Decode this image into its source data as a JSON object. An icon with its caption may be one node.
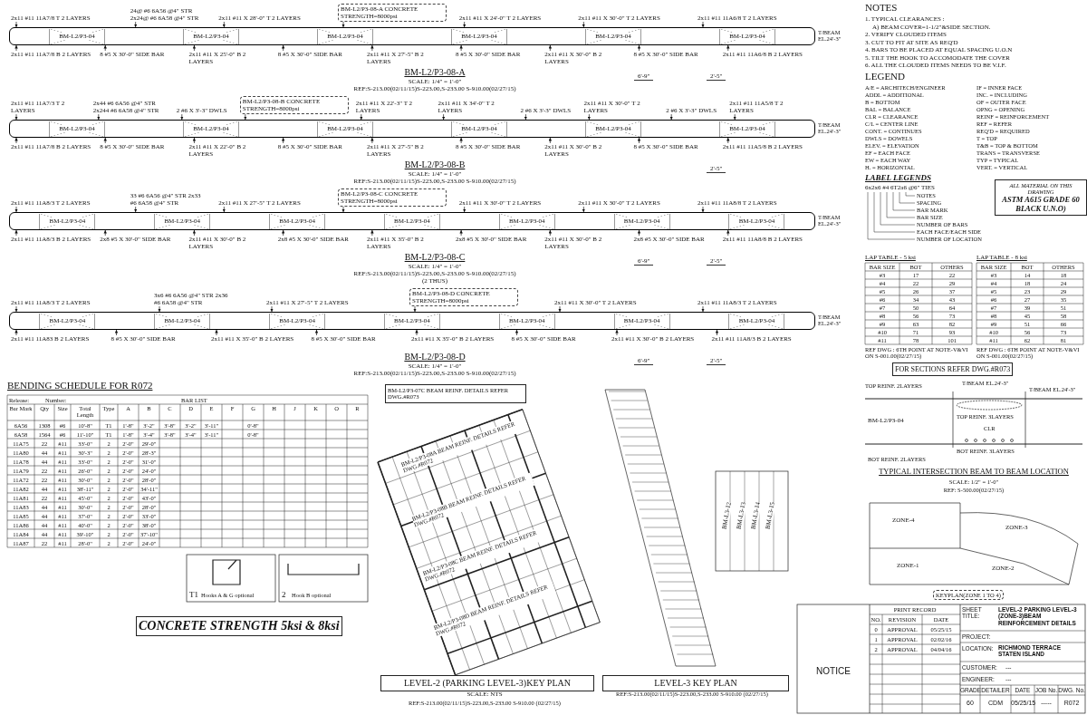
{
  "diagram": {
    "nodes": [
      {
        "text": [
          "BM-L2/P3-04",
          "BM-L2/P3-04",
          "BM-L2/P3-04",
          "BM-L2/P3-04",
          "BM-L2/P3-04",
          "BM-L2/P3-04"
        ],
        "beside": [
          "BM-L2/P3-08-A",
          "SCALE: 1/4\" = 1'-0\"",
          "REF:S-213.00(02/11/15)S-223.00,S-233.00 S-910.00(02/27/15)"
        ]
      },
      {
        "text": [
          "2x11 #11 11A7/8 T 2 LAYERS"
        ]
      },
      {
        "text": [
          "2x11 #11 X 28'-0\" T 2 LAYERS"
        ]
      },
      {
        "text": [
          "BM-L2/P3-08-A CONCRETE STRENGTH=8000psi"
        ]
      },
      {
        "text": [
          "2x11 #11 X 24'-0\" T 2 LAYERS"
        ]
      },
      {
        "text": [
          "2x11 #11 X 30'-0\" T 2 LAYERS"
        ]
      },
      {
        "text": [
          "2x11 #11 11A6/8 T 2 LAYERS"
        ]
      },
      {
        "text": [
          "24@ #6 6A56 @4\" STR 2x24@ #6 6A58 @4\" STR"
        ]
      },
      {
        "text": [
          "2x11 #11 11A7/8 B 2 LAYERS"
        ]
      },
      {
        "text": [
          "8 #5 X 30'-0\" SIDE BAR"
        ]
      },
      {
        "text": [
          "2x11 #11 X 25'-0\" B 2 LAYERS"
        ]
      },
      {
        "text": [
          "8 #5 X 30'-0\" SIDE BAR"
        ]
      },
      {
        "text": [
          "2x11 #11 X 27'-5\" B 2 LAYERS"
        ]
      },
      {
        "text": [
          "8 #5 X 30'-0\" SIDE BAR"
        ]
      },
      {
        "text": [
          "2x11 #11 X 30'-0\" B 2 LAYERS"
        ]
      },
      {
        "text": [
          "8 #5 X 30'-0\" SIDE BAR"
        ]
      },
      {
        "text": [
          "2x11 #11 11A6/8 B 2 LAYERS"
        ]
      },
      {
        "text": [
          "BM-L2/P3-04",
          "BM-L2/P3-04",
          "BM-L2/P3-04",
          "BM-L2/P3-04",
          "BM-L2/P3-04",
          "BM-L2/P3-04"
        ],
        "beside": [
          "BM-L2/P3-08-B",
          "SCALE: 1/4\" = 1'-0\"",
          "REF:S-213.00(02/11/15)S-223.00,S-233.00 S-910.00(02/27/15)"
        ]
      },
      {
        "text": [
          "2x11 #11 11A7/3 T 2 LAYERS"
        ]
      },
      {
        "text": [
          "2 #6 X 3'-3\" DWLS"
        ]
      },
      {
        "text": [
          "BM-L2/P3-08-B CONCRETE STRENGTH=8000psi"
        ]
      },
      {
        "text": [
          "2x11 #11 X 22'-3\" T 2 LAYERS"
        ]
      },
      {
        "text": [
          "2x11 #11 X 34'-0\" T 2 LAYERS"
        ]
      },
      {
        "text": [
          "2 #6 X 3'-3\" DWLS"
        ]
      },
      {
        "text": [
          "2x11 #11 X 30'-0\" T 2 LAYERS"
        ]
      },
      {
        "text": [
          "2 #6 X 3'-3\" DWLS"
        ]
      },
      {
        "text": [
          "2x11 #11 11A5/8 T 2 LAYERS"
        ]
      },
      {
        "text": [
          "2x44 #6 6A56 @4\" STR 2x244 #6 6A58 @4\" STR"
        ]
      },
      {
        "text": [
          "2x11 #11 11A7/8 B 2 LAYERS"
        ]
      },
      {
        "text": [
          "8 #5 X 30'-0\" SIDE BAR"
        ]
      },
      {
        "text": [
          "2x11 #11 X 22'-0\" B 2 LAYERS"
        ]
      },
      {
        "text": [
          "8 #5 X 30'-0\" SIDE BAR"
        ]
      },
      {
        "text": [
          "2x11 #11 X 27'-5\" B 2 LAYERS"
        ]
      },
      {
        "text": [
          "8 #5 X 30'-0\" SIDE BAR"
        ]
      },
      {
        "text": [
          "2x11 #11 X 30'-0\" B 2 LAYERS"
        ]
      },
      {
        "text": [
          "8 #5 X 30'-0\" SIDE BAR"
        ]
      },
      {
        "text": [
          "2x11 #11 11A5/8 B 2 LAYERS"
        ]
      },
      {
        "text": [
          "BM-L2/P3-04",
          "BM-L2/P3-04",
          "BM-L2/P3-04",
          "BM-L2/P3-04",
          "BM-L2/P3-04",
          "BM-L2/P3-04",
          "BM-L2/P3-04"
        ],
        "beside": [
          "BM-L2/P3-08-C",
          "SCALE: 1/4\" = 1'-0\"",
          "REF:S-213.00(02/11/15)S-223.00,S-233.00 S-910.00(02/27/15)",
          "(2 THUS)"
        ]
      },
      {
        "text": [
          "2x11 #11 11A8/3 T 2 LAYERS"
        ]
      },
      {
        "text": [
          "2x11 #11 X 27'-5\" T 2 LAYERS"
        ]
      },
      {
        "text": [
          "BM-L2/P3-08-C CONCRETE STRENGTH=8000psi"
        ]
      },
      {
        "text": [
          "2x11 #11 X 30'-0\" T 2 LAYERS"
        ]
      },
      {
        "text": [
          "2x11 #11 X 30'-0\" T 2 LAYERS"
        ]
      },
      {
        "text": [
          "2x11 #11 11A8/8 T 2 LAYERS"
        ]
      },
      {
        "text": [
          "33 #6 6A56 @4\" STR 2x33 #6 6A58 @4\" STR"
        ]
      },
      {
        "text": [
          "2x11 #11 11A8/3 B 2 LAYERS"
        ]
      },
      {
        "text": [
          "2x8 #5 X 30'-0\" SIDE BAR"
        ]
      },
      {
        "text": [
          "2x11 #11 X 30'-0\" B 2 LAYERS"
        ]
      },
      {
        "text": [
          "2x8 #5 X 30'-0\" SIDE BAR"
        ]
      },
      {
        "text": [
          "2x11 #11 X 35'-0\" B 2 LAYERS"
        ]
      },
      {
        "text": [
          "2x8 #5 X 30'-0\" SIDE BAR"
        ]
      },
      {
        "text": [
          "2x11 #11 X 30'-0\" B 2 LAYERS"
        ]
      },
      {
        "text": [
          "2x8 #5 X 30'-0\" SIDE BAR"
        ]
      },
      {
        "text": [
          "2x11 #11 11A8/8 B 2 LAYERS"
        ]
      },
      {
        "text": [
          "BM-L2/P3-04",
          "BM-L2/P3-04",
          "BM-L2/P3-04",
          "BM-L2/P3-04",
          "BM-L2/P3-04",
          "BM-L2/P3-04",
          "BM-L2/P3-04"
        ],
        "beside": [
          "BM-L2/P3-08-D",
          "SCALE: 1/4\" = 1'-0\"",
          "REF:S-213.00(02/11/15)S-223.00,S-233.00 S-910.00(02/27/15)"
        ]
      },
      {
        "text": [
          "2x11 #11 11A8/3 T 2 LAYERS"
        ]
      },
      {
        "text": [
          "2x11 #11 X 27'-5\" T 2 LAYERS"
        ]
      },
      {
        "text": [
          "BM-L2/P3-08-D CONCRETE STRENGTH=8000psi"
        ]
      },
      {
        "text": [
          "2x11 #11 X 30'-0\" T 2 LAYERS"
        ]
      },
      {
        "text": [
          "2x11 #11 11A8/3 T 2 LAYERS"
        ]
      },
      {
        "text": [
          "3x6 #6 6A56 @4\" STR 2x36 #6 6A58 @4\" STR"
        ]
      },
      {
        "text": [
          "2x11 #11 11A83 B 2 LAYERS"
        ]
      },
      {
        "text": [
          "8 #5 X 30'-0\" SIDE BAR"
        ]
      },
      {
        "text": [
          "2x11 #11 X 35'-0\" B 2 LAYERS"
        ]
      },
      {
        "text": [
          "8 #5 X 30'-0\" SIDE BAR"
        ]
      },
      {
        "text": [
          "2x11 #11 X 35'-0\" B 2 LAYERS"
        ]
      },
      {
        "text": [
          "8 #5 X 30'-0\" SIDE BAR"
        ]
      },
      {
        "text": [
          "2x11 #11 X 30'-0\" B 2 LAYERS"
        ]
      },
      {
        "text": [
          "2x11 #11 11A8/3 B 2 LAYERS"
        ]
      },
      {
        "text": [
          "ALL MATERIAL ON THIS DRAWING",
          "ASTM A615 GRADE 60 BLACK U.N.O)"
        ]
      },
      {
        "text": [
          "FOR SECTIONS REFER DWG.#R073"
        ]
      }
    ],
    "edges": [
      {
        "from": 1,
        "to": 0,
        "arrow": "to"
      },
      {
        "from": 2,
        "to": 0,
        "arrow": "to"
      },
      {
        "from": 3,
        "to": 0,
        "arrow": "to"
      },
      {
        "from": 4,
        "to": 0,
        "arrow": "to"
      },
      {
        "from": 5,
        "to": 0,
        "arrow": "to"
      },
      {
        "from": 6,
        "to": 0,
        "arrow": "to"
      },
      {
        "from": 7,
        "to": 0,
        "arrow": "to"
      },
      {
        "from": 8,
        "to": 0,
        "arrow": "to"
      },
      {
        "from": 9,
        "to": 0,
        "arrow": "to"
      },
      {
        "from": 10,
        "to": 0,
        "arrow": "to"
      },
      {
        "from": 11,
        "to": 0,
        "arrow": "to"
      },
      {
        "from": 12,
        "to": 0,
        "arrow": "to"
      },
      {
        "from": 13,
        "to": 0,
        "arrow": "to"
      },
      {
        "from": 14,
        "to": 0,
        "arrow": "to"
      },
      {
        "from": 15,
        "to": 0,
        "arrow": "to"
      },
      {
        "from": 16,
        "to": 0,
        "arrow": "to"
      },
      {
        "from": 18,
        "to": 17,
        "arrow": "to"
      },
      {
        "from": 19,
        "to": 17,
        "arrow": "to"
      },
      {
        "from": 20,
        "to": 17,
        "arrow": "to"
      },
      {
        "from": 21,
        "to": 17,
        "arrow": "to"
      },
      {
        "from": 22,
        "to": 17,
        "arrow": "to"
      },
      {
        "from": 23,
        "to": 17,
        "arrow": "to"
      },
      {
        "from": 24,
        "to": 17,
        "arrow": "to"
      },
      {
        "from": 25,
        "to": 17,
        "arrow": "to"
      },
      {
        "from": 26,
        "to": 17,
        "arrow": "to"
      },
      {
        "from": 27,
        "to": 17,
        "arrow": "to"
      },
      {
        "from": 28,
        "to": 17,
        "arrow": "to"
      },
      {
        "from": 29,
        "to": 17,
        "arrow": "to"
      },
      {
        "from": 30,
        "to": 17,
        "arrow": "to"
      },
      {
        "from": 31,
        "to": 17,
        "arrow": "to"
      },
      {
        "from": 32,
        "to": 17,
        "arrow": "to"
      },
      {
        "from": 33,
        "to": 17,
        "arrow": "to"
      },
      {
        "from": 34,
        "to": 17,
        "arrow": "to"
      },
      {
        "from": 35,
        "to": 17,
        "arrow": "to"
      },
      {
        "from": 36,
        "to": 17,
        "arrow": "to"
      },
      {
        "from": 38,
        "to": 37,
        "arrow": "to"
      },
      {
        "from": 39,
        "to": 37,
        "arrow": "to"
      },
      {
        "from": 40,
        "to": 37,
        "arrow": "to"
      },
      {
        "from": 41,
        "to": 37,
        "arrow": "to"
      },
      {
        "from": 42,
        "to": 37,
        "arrow": "to"
      },
      {
        "from": 43,
        "to": 37,
        "arrow": "to"
      },
      {
        "from": 44,
        "to": 37,
        "arrow": "to"
      },
      {
        "from": 45,
        "to": 37,
        "arrow": "to"
      },
      {
        "from": 46,
        "to": 37,
        "arrow": "to"
      },
      {
        "from": 47,
        "to": 37,
        "arrow": "to"
      },
      {
        "from": 48,
        "to": 37,
        "arrow": "to"
      },
      {
        "from": 49,
        "to": 37,
        "arrow": "to"
      },
      {
        "from": 50,
        "to": 37,
        "arrow": "to"
      },
      {
        "from": 51,
        "to": 37,
        "arrow": "to"
      },
      {
        "from": 52,
        "to": 37,
        "arrow": "to"
      },
      {
        "from": 53,
        "to": 37,
        "arrow": "to"
      },
      {
        "from": 55,
        "to": 54,
        "arrow": "to"
      },
      {
        "from": 56,
        "to": 54,
        "arrow": "to"
      },
      {
        "from": 57,
        "to": 54,
        "arrow": "to"
      },
      {
        "from": 58,
        "to": 54,
        "arrow": "to"
      },
      {
        "from": 59,
        "to": 54,
        "arrow": "to"
      },
      {
        "from": 60,
        "to": 54,
        "arrow": "to"
      },
      {
        "from": 61,
        "to": 54,
        "arrow": "to"
      },
      {
        "from": 62,
        "to": 54,
        "arrow": "to"
      },
      {
        "from": 63,
        "to": 54,
        "arrow": "to"
      },
      {
        "from": 64,
        "to": 54,
        "arrow": "to"
      },
      {
        "from": 65,
        "to": 54,
        "arrow": "to"
      },
      {
        "from": 66,
        "to": 54,
        "arrow": "to"
      },
      {
        "from": 67,
        "to": 54,
        "arrow": "to"
      },
      {
        "from": 68,
        "to": 54,
        "arrow": "to"
      }
    ],
    "labels": [
      "T/BEAM EL.24'-3\"",
      "T/BEAM EL.24'-3\"",
      "T/BEAM EL.24'-3\"",
      "T/BEAM EL.24'-3\"",
      "6'-9\"",
      "2'-5\"",
      "2'-5\"",
      "6'-9\"",
      "2'-5\"",
      "6'-9\"",
      "2'-5\"",
      "NOTES",
      "1. TYPICAL CLEARANCES :",
      "A) BEAM COVER=1-1/2\"&SIDE SECTION.",
      "2. VERIFY CLOUDED ITEMS",
      "3. CUT TO FIT AT SITE AS REQ'D",
      "4. BARS TO BE PLACED AT EQUAL SPACING U.O.N",
      "5. TILT THE HOOK TO ACCOMODATE THE COVER",
      "6. ALL THE CLOUDED ITEMS NEEDS TO BE V.I.F.",
      "LEGEND",
      "A/E = ARCHITECH/ENGINEER",
      "ADDL = ADDITIONAL",
      "B = BOTTOM",
      "BAL = BALANCE",
      "CLR = CLEARANCE",
      "C/L = CENTER LINE",
      "CONT. = CONTINUES",
      "DWLS = DOWELS",
      "ELEV. = ELEVATION",
      "EF = EACH FACE",
      "EW = EACH WAY",
      "H. = HORIZONTAL",
      "IF = INNER FACE",
      "INC. = INCLUDING",
      "OF = OUTER FACE",
      "OPNG = OPENING",
      "REINF = REINFORCEMENT",
      "REF = REFER",
      "REQ'D = REQUIRED",
      "T = TOP",
      "T&B = TOP & BOTTOM",
      "TRANS = TRANSVERSE",
      "TYP = TYPICAL",
      "VERT. = VERTICAL",
      "LABEL LEGENDS",
      "6x2x6 #4 6T2a6 @6\" TIES",
      "NOTES",
      "SPACING",
      "BAR MARK",
      "BAR SIZE",
      "NUMBER OF BARS",
      "EACH FACE/EACH SIDE",
      "NUMBER OF LOCATION",
      "LAP TABLE - 5 ksi",
      "BAR SIZE",
      "BOT",
      "OTHERS",
      "#3",
      "17",
      "22",
      "#4",
      "22",
      "29",
      "#5",
      "26",
      "37",
      "#6",
      "34",
      "43",
      "#7",
      "50",
      "64",
      "#8",
      "56",
      "73",
      "#9",
      "63",
      "82",
      "#10",
      "71",
      "93",
      "#11",
      "78",
      "101",
      "REF DWG : 6TH POINT AT NOTE-V&VI ON S-001.00(02/27/15)",
      "LAP TABLE - 8 ksi",
      "BAR SIZE",
      "BOT",
      "OTHERS",
      "#3",
      "14",
      "18",
      "#4",
      "18",
      "24",
      "#5",
      "23",
      "29",
      "#6",
      "27",
      "35",
      "#7",
      "39",
      "51",
      "#8",
      "45",
      "58",
      "#9",
      "51",
      "66",
      "#10",
      "56",
      "73",
      "#11",
      "62",
      "81",
      "REF DWG : 6TH POINT AT NOTE-V&VI ON S-001.00(02/27/15)",
      "CONCRETE STRENGTH 5ksi & 8ksi",
      "TOP REINF. 2LAYERS",
      "T/BEAM EL.24'-3\"",
      "T/BEAM EL.24'-3\"",
      "BM-L2/P3-04",
      "TOP REINF. 3LAYERS",
      "CLR",
      "BOT REINF. 3LAYERS",
      "BOT REINF. 2LAYERS",
      "TYPICAL INTERSECTION BEAM TO BEAM LOCATION",
      "SCALE: 1/2\" = 1'-0\"",
      "REF: S-500.00(02/27/15)",
      "BENDING SCHEDULE FOR R072",
      "Release:",
      "Number:",
      "BAR LIST",
      "Bar Mark",
      "Qty",
      "Size",
      "Total Length",
      "Type",
      "A",
      "B",
      "C",
      "D",
      "E",
      "F",
      "G",
      "H",
      "J",
      "K",
      "O",
      "R",
      "6A56",
      "1308",
      "#6",
      "10'-8\"",
      "T1",
      "1'-8\"",
      "3'-2\"",
      "3'-8\"",
      "3'-2\"",
      "3'-11\"",
      "0'-8\"",
      "6A58",
      "1564",
      "#6",
      "11'-10\"",
      "T1",
      "1'-8\"",
      "3'-4\"",
      "3'-8\"",
      "3'-4\"",
      "3'-11\"",
      "0'-8\"",
      "11A75",
      "22",
      "#11",
      "33'-0\"",
      "2",
      "2'-0\"",
      "29'-0\"",
      "11A80",
      "44",
      "#11",
      "30'-3\"",
      "2",
      "2'-0\"",
      "28'-3\"",
      "11A78",
      "44",
      "#11",
      "33'-0\"",
      "2",
      "2'-0\"",
      "31'-0\"",
      "11A79",
      "22",
      "#11",
      "26'-0\"",
      "2",
      "2'-0\"",
      "24'-0\"",
      "11A72",
      "22",
      "#11",
      "30'-0\"",
      "2",
      "2'-0\"",
      "28'-0\"",
      "11A82",
      "44",
      "#11",
      "38'-11\"",
      "2",
      "2'-0\"",
      "34'-11\"",
      "11A81",
      "22",
      "#11",
      "45'-0\"",
      "2",
      "2'-0\"",
      "43'-0\"",
      "11A83",
      "44",
      "#11",
      "30'-0\"",
      "2",
      "2'-0\"",
      "28'-0\"",
      "11A85",
      "44",
      "#11",
      "37'-0\"",
      "2",
      "2'-0\"",
      "33'-0\"",
      "11A86",
      "44",
      "#11",
      "40'-0\"",
      "2",
      "2'-0\"",
      "38'-0\"",
      "11A84",
      "44",
      "#11",
      "39'-10\"",
      "2",
      "2'-0\"",
      "37'-10\"",
      "11A87",
      "22",
      "#11",
      "28'-0\"",
      "2",
      "2'-0\"",
      "24'-0\"",
      "T1",
      "Hooks A & G optional",
      "2",
      "Hook B optional",
      "BM-L2/P3-07C BEAM REINF. DETAILS REFER DWG.#R073",
      "BM-L2/P3-08A BEAM REINF. DETAILS REFER DWG.#R072",
      "BM-L2/P3-08B BEAM REINF. DETAILS REFER DWG.#R072",
      "BM-L2/P3-08C BEAM REINF. DETAILS REFER DWG.#R072",
      "BM-L2/P3-08D BEAM REINF. DETAILS REFER DWG.#R072",
      "LEVEL-2 (PARKING LEVEL-3)KEY PLAN",
      "SCALE: NTS",
      "REF:S-213.00(02/11/15)S-223.00,S-233.00 S-910.00 (02/27/15)",
      "BM-L3-12",
      "BM-L3-13",
      "BM-L3-14",
      "BM-L3-15",
      "LEVEL-3 KEY PLAN",
      "REF:S-213.00(02/11/15)S-223.00,S-233.00 S-910.00 (02/27/15)",
      "ZONE-4",
      "ZONE-3",
      "ZONE-1",
      "ZONE-2",
      "KEYPLAN(ZONE 1 TO 4)",
      "NOTICE",
      "PRINT RECORD",
      "NO.",
      "REVISION",
      "DATE",
      "0",
      "APPROVAL",
      "05/25/15",
      "1",
      "APPROVAL",
      "02/02/16",
      "2",
      "APPROVAL",
      "04/04/16",
      "SHEET TITLE:",
      "LEVEL-2 PARKING LEVEL-3 (ZONE-3)BEAM REINFORCEMENT DETAILS",
      "PROJECT:",
      "LOCATION:",
      "RICHMOND TERRACE STATEN ISLAND",
      "CUSTOMER:",
      "---",
      "ENGINEER:",
      "---",
      "GRADE",
      "DETAILER",
      "DATE",
      "JOB No.",
      "DWG. No.",
      "60",
      "CDM",
      "05/25/15",
      "-----",
      "R072"
    ]
  }
}
